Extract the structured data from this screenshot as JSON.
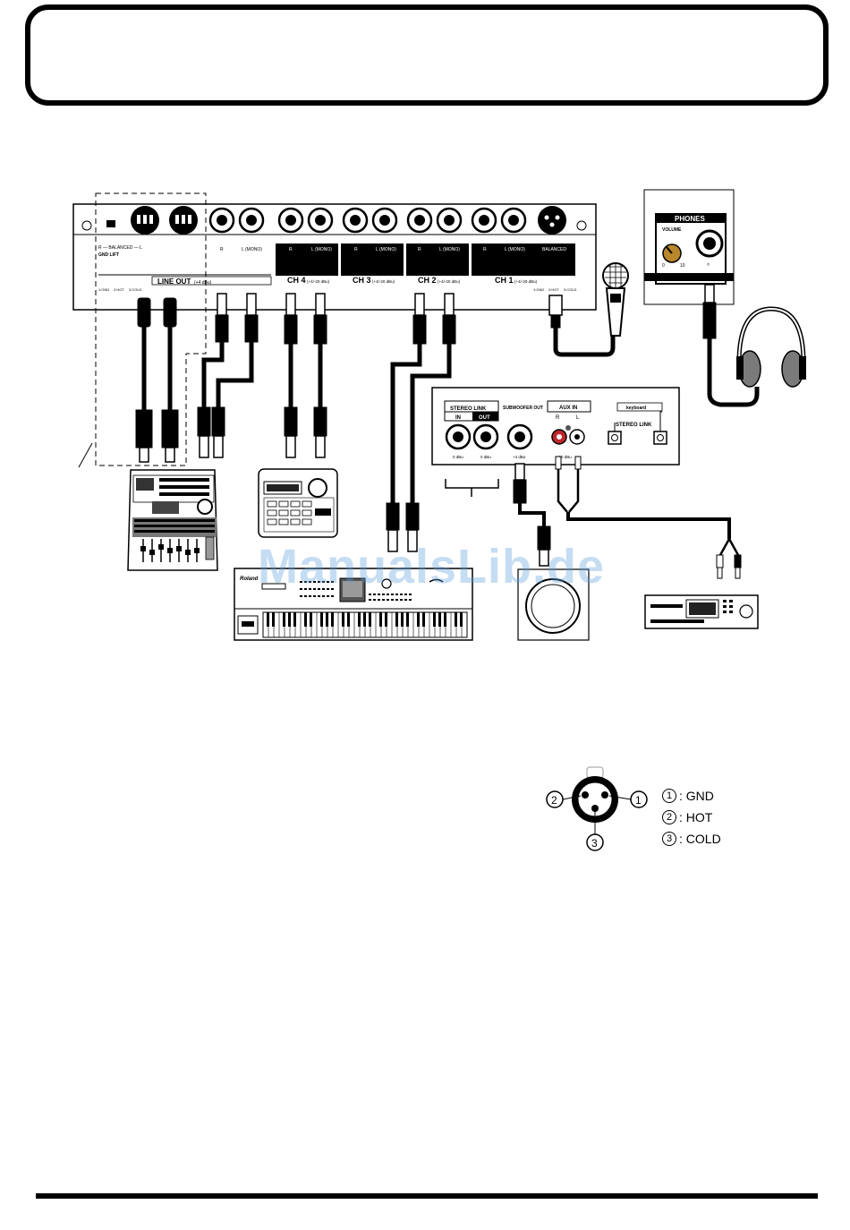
{
  "panel": {
    "gnd_lift": "GND LIFT",
    "balanced": "R — BALANCED — L",
    "line_out": "LINE OUT",
    "line_out_level": "(+4 dBu)",
    "r": "R",
    "l_mono": "L (MONO)",
    "ch4": "CH 4",
    "ch4_level": "(+4/-20 dBu)",
    "ch3": "CH 3",
    "ch3_level": "(+4/-20 dBu)",
    "ch2": "CH 2",
    "ch2_level": "(+4/-20 dBu)",
    "ch1": "CH 1",
    "ch1_level": "(+4/-20 dBu)",
    "balanced_label": "BALANCED",
    "pin_gnd": "1:GND",
    "pin_hot": "2:HOT",
    "pin_cold": "3:COLD"
  },
  "phones_panel": {
    "title": "PHONES",
    "volume": "VOLUME",
    "min": "0",
    "max": "10"
  },
  "rear_panel": {
    "stereo_link": "STEREO LINK",
    "in": "IN",
    "out": "OUT",
    "subwoofer_out": "SUBWOOFER OUT",
    "aux_in": "AUX IN",
    "aux_r": "R",
    "aux_l": "L",
    "keyboard": "keyboard",
    "stereo_link_2": "STEREO LINK",
    "level_0dbu_a": "0 dBu",
    "level_0dbu_b": "0 dBu",
    "level_4dbu": "+4 dBu",
    "level_10dbu": "-10 dBu"
  },
  "xlr_legend": {
    "pin1": "1",
    "pin2": "2",
    "pin3": "3",
    "items": [
      {
        "num": "1",
        "label": ": GND"
      },
      {
        "num": "2",
        "label": ": HOT"
      },
      {
        "num": "3",
        "label": ": COLD"
      }
    ]
  },
  "keyboard_brand": "Roland",
  "watermark": "ManualsLib.de"
}
